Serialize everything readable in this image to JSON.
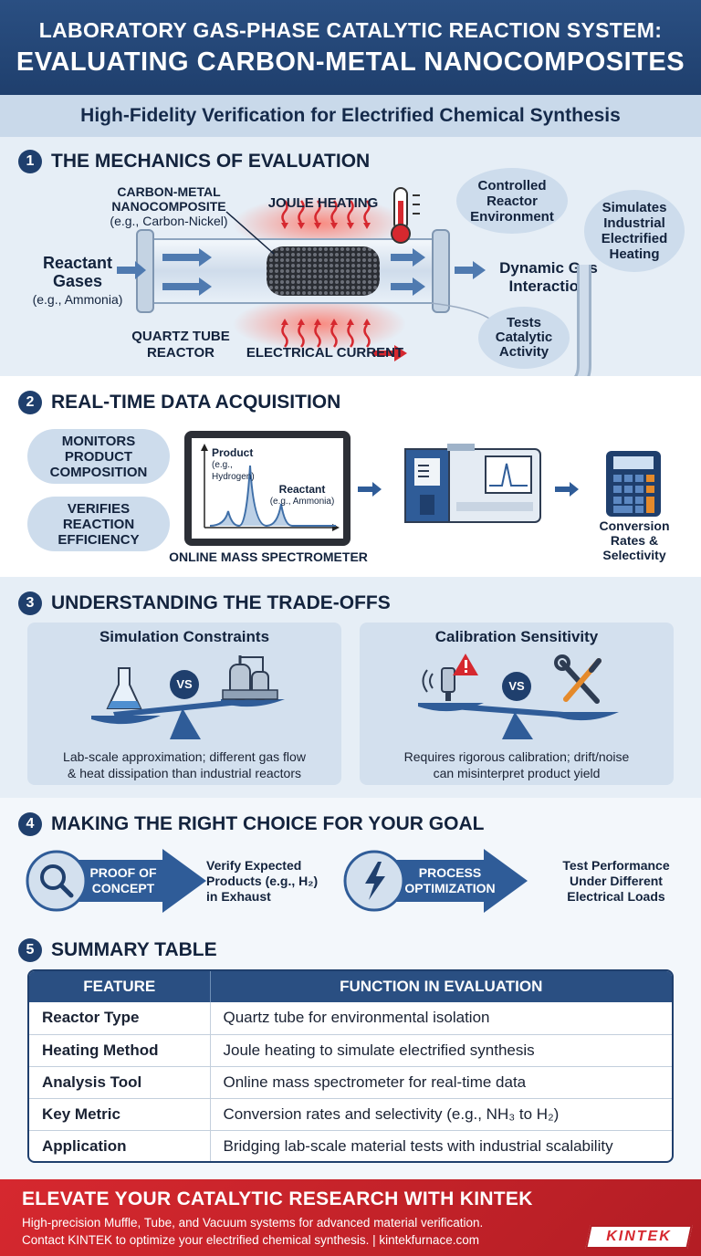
{
  "header": {
    "title_line1": "LABORATORY GAS-PHASE CATALYTIC REACTION SYSTEM:",
    "title_line2": "EVALUATING CARBON-METAL NANOCOMPOSITES",
    "subtitle": "High-Fidelity Verification for Electrified Chemical Synthesis"
  },
  "section1": {
    "number": "1",
    "title": "THE MECHANICS OF EVALUATION",
    "nanocomposite": {
      "line1": "CARBON-METAL",
      "line2": "NANOCOMPOSITE",
      "example": "(e.g., Carbon-Nickel)"
    },
    "joule_heating": "JOULE HEATING",
    "reactant": {
      "line1": "Reactant",
      "line2": "Gases",
      "example": "(e.g., Ammonia)"
    },
    "quartz": {
      "line1": "QUARTZ TUBE",
      "line2": "REACTOR"
    },
    "current": "ELECTRICAL CURRENT",
    "dynamic": {
      "line1": "Dynamic Gas",
      "line2": "Interaction"
    },
    "bubble_controlled": {
      "line1": "Controlled",
      "line2": "Reactor",
      "line3": "Environment"
    },
    "bubble_simulates": {
      "line1": "Simulates",
      "line2": "Industrial",
      "line3": "Electrified",
      "line4": "Heating"
    },
    "bubble_tests": {
      "line1": "Tests",
      "line2": "Catalytic",
      "line3": "Activity"
    }
  },
  "section2": {
    "number": "2",
    "title": "REAL-TIME DATA ACQUISITION",
    "bubble_monitors": {
      "line1": "MONITORS",
      "line2": "PRODUCT",
      "line3": "COMPOSITION"
    },
    "bubble_verifies": {
      "line1": "VERIFIES",
      "line2": "REACTION",
      "line3": "EFFICIENCY"
    },
    "screen_product": "Product",
    "screen_product_example": "(e.g., Hydrogen)",
    "screen_reactant": "Reactant",
    "screen_reactant_example": "(e.g., Ammonia)",
    "ms_label": "ONLINE MASS SPECTROMETER",
    "conversion": {
      "line1": "Conversion",
      "line2": "Rates &",
      "line3": "Selectivity"
    }
  },
  "section3": {
    "number": "3",
    "title": "UNDERSTANDING THE TRADE-OFFS",
    "panel1": {
      "title": "Simulation Constraints",
      "vs": "VS",
      "line1": "Lab-scale approximation; different gas flow",
      "line2": "& heat dissipation than industrial reactors"
    },
    "panel2": {
      "title": "Calibration Sensitivity",
      "vs": "VS",
      "line1": "Requires rigorous calibration; drift/noise",
      "line2": "can misinterpret product yield"
    }
  },
  "section4": {
    "number": "4",
    "title": "MAKING THE RIGHT CHOICE FOR YOUR GOAL",
    "goal1": {
      "arrow_line1": "PROOF OF",
      "arrow_line2": "CONCEPT",
      "desc_line1": "Verify Expected",
      "desc_line2": "Products (e.g., H₂)",
      "desc_line3": "in Exhaust"
    },
    "goal2": {
      "arrow_line1": "PROCESS",
      "arrow_line2": "OPTIMIZATION",
      "desc_line1": "Test Performance",
      "desc_line2": "Under Different",
      "desc_line3": "Electrical Loads"
    }
  },
  "section5": {
    "number": "5",
    "title": "SUMMARY TABLE",
    "col1": "FEATURE",
    "col2": "FUNCTION IN EVALUATION",
    "rows": [
      {
        "feature": "Reactor Type",
        "function": "Quartz tube for environmental isolation"
      },
      {
        "feature": "Heating Method",
        "function": "Joule heating to simulate electrified synthesis"
      },
      {
        "feature": "Analysis Tool",
        "function": "Online mass spectrometer for real-time data"
      },
      {
        "feature": "Key Metric",
        "function": "Conversion rates and selectivity (e.g., NH₃ to H₂)"
      },
      {
        "feature": "Application",
        "function": "Bridging lab-scale material tests with industrial scalability"
      }
    ]
  },
  "footer": {
    "headline": "ELEVATE YOUR CATALYTIC RESEARCH WITH KINTEK",
    "line1": "High-precision Muffle, Tube, and Vacuum systems for advanced material verification.",
    "line2": "Contact KINTEK to optimize your electrified chemical synthesis. | kintekfurnace.com",
    "logo": "KINTEK"
  },
  "colors": {
    "navy": "#1f3f6d",
    "accent_red": "#d6282f",
    "panel_blue": "#d3e0ee",
    "arrow_blue": "#2f5c98"
  }
}
